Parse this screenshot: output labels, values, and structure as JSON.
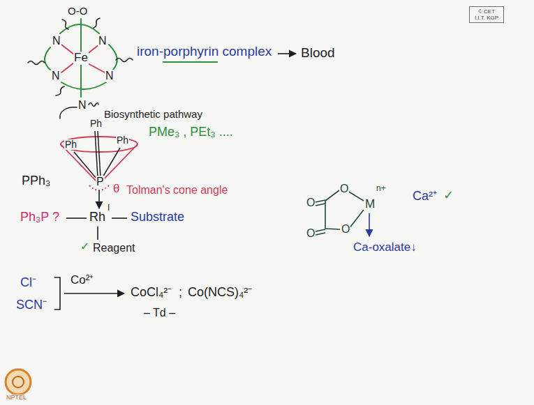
{
  "diagram": {
    "nodes": [
      {
        "text": [
          "© CET I.I.T. KGP"
        ]
      }
    ],
    "labels": [
      "O-O",
      "N",
      "Fe",
      "N",
      "N",
      "N",
      "iron-porphyrin complex",
      "Blood",
      "N",
      "Biosynthetic pathway",
      "Ph",
      "Ph",
      "Ph",
      "PMe₃ , PEt₃ ....",
      "PPh₃",
      "P",
      "θ",
      "Tolman's cone angle",
      "Ph₃P ?",
      "Rh",
      "I",
      "Substrate",
      "✓",
      "Reagent",
      "O",
      "O",
      "M",
      "n+",
      "O",
      "O",
      "Ca²⁺",
      "✓",
      "Ca-oxalate↓",
      "Cl⁻",
      "SCN⁻",
      "Co²⁺",
      "CoCl₄²⁻",
      ";",
      "Co(NCS)₄²⁻",
      "– Td –",
      "NPTEL"
    ]
  }
}
